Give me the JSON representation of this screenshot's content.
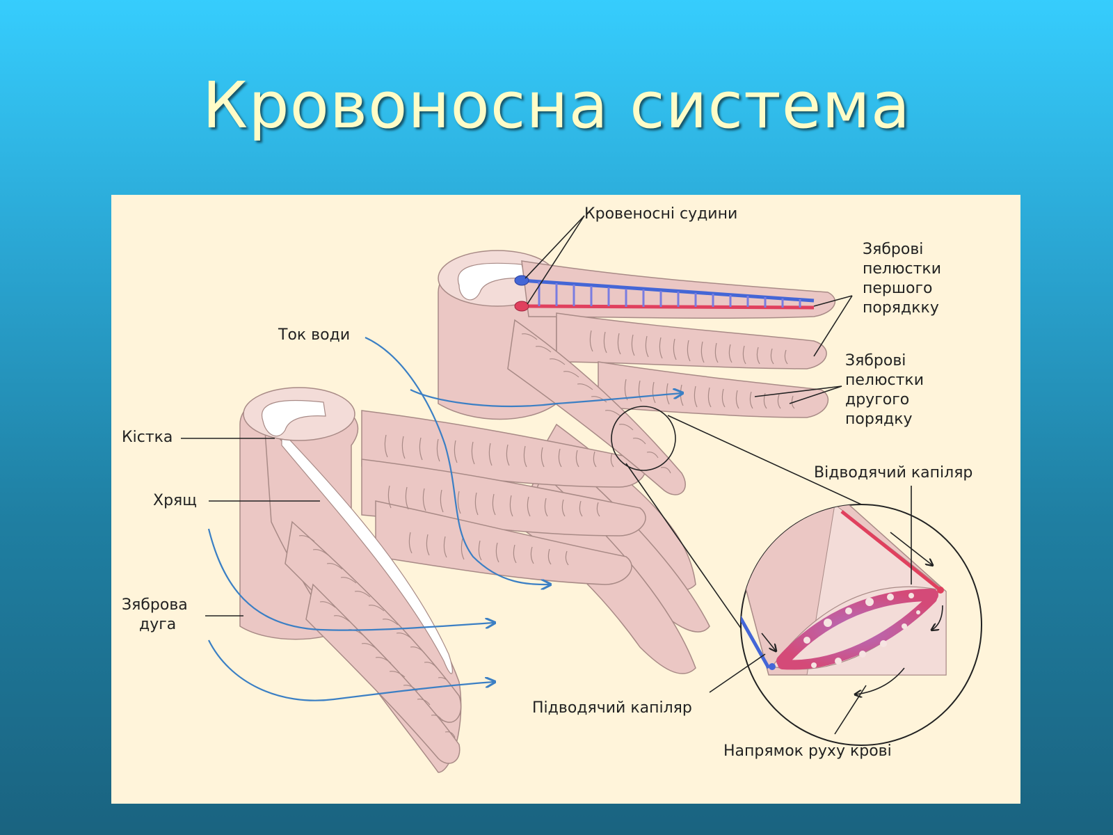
{
  "slide": {
    "title": "Кровоносна система"
  },
  "colors": {
    "figure_background": "#fff4da",
    "tissue": "#ebc7c4",
    "tissue_light": "#f3dcd8",
    "outline": "#a88a86",
    "bone": "#ffffff",
    "vein_blue": "#4466d6",
    "artery_red": "#e0405e",
    "water_flow": "#3b7fc4",
    "leader_line": "#222222"
  },
  "labels": {
    "blood_vessels": "Кровеносні судини",
    "primary_lamellae": [
      "Зяброві",
      "пелюстки",
      "першого",
      "порядкку"
    ],
    "secondary_lamellae": [
      "Зяброві",
      "пелюстки",
      "другого",
      "порядку"
    ],
    "water_flow": "Ток води",
    "bone": "Кістка",
    "cartilage": "Хрящ",
    "gill_arch": [
      "Зяброва",
      "дуга"
    ],
    "efferent_capillary": "Відводячий капіляр",
    "afferent_capillary": "Підводячий капіляр",
    "blood_direction": "Напрямок руху крові"
  },
  "icons": {
    "water_arrows": "blue-curved-arrow",
    "blood_arrows": "black-curved-arrow"
  }
}
